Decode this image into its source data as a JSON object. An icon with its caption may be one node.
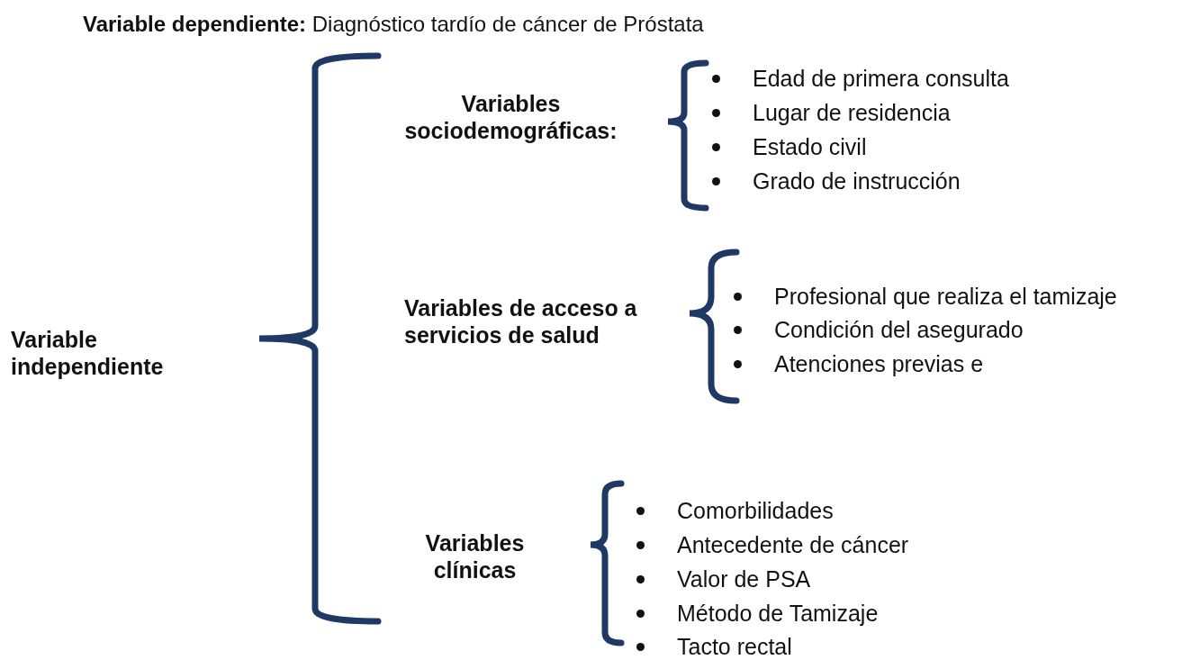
{
  "diagram": {
    "title": "**Variable dependiente:** Diagnóstico tardío de cáncer de Próstata",
    "labels": [
      "Variable independiente",
      "Variables sociodemográficas:",
      "Edad de primera consulta",
      "Lugar de residencia",
      "Estado civil",
      "Grado de instrucción",
      "Variables de acceso a servicios de salud",
      "Profesional que realiza el tamizaje",
      "Condición del asegurado",
      "Atenciones previas e",
      "Variables clínicas",
      "Comorbilidades",
      "Antecedente de cáncer",
      "Valor de PSA",
      "Método de Tamizaje",
      "Tacto rectal"
    ]
  }
}
